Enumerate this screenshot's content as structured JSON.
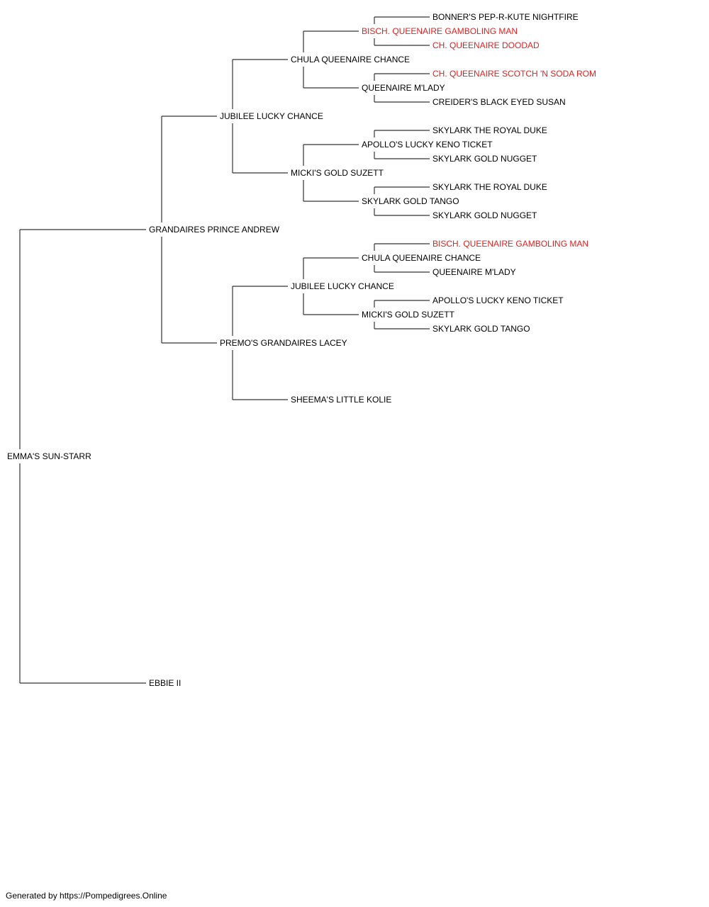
{
  "colors": {
    "line": "#333333",
    "text": "#000000",
    "highlight": "#e02020"
  },
  "pedigree": {
    "subject": {
      "name": "EMMA'S SUN-STARR"
    },
    "sire": {
      "name": "GRANDAIRES PRINCE ANDREW",
      "sire": {
        "name": "JUBILEE LUCKY CHANCE",
        "sire": {
          "name": "CHULA QUEENAIRE CHANCE",
          "sire": {
            "name": "BISCH. QUEENAIRE GAMBOLING MAN",
            "highlight": true,
            "sire": {
              "name": "BONNER'S PEP-R-KUTE NIGHTFIRE"
            },
            "dam": {
              "name": "CH. QUEENAIRE DOODAD",
              "highlight": true
            }
          },
          "dam": {
            "name": "QUEENAIRE M'LADY",
            "sire": {
              "name": "CH. QUEENAIRE SCOTCH 'N SODA ROM",
              "highlight": true
            },
            "dam": {
              "name": "CREIDER'S BLACK EYED SUSAN"
            }
          }
        },
        "dam": {
          "name": "MICKI'S GOLD SUZETT",
          "sire": {
            "name": "APOLLO'S LUCKY KENO TICKET",
            "sire": {
              "name": "SKYLARK THE ROYAL DUKE"
            },
            "dam": {
              "name": "SKYLARK GOLD NUGGET"
            }
          },
          "dam": {
            "name": "SKYLARK GOLD TANGO",
            "sire": {
              "name": "SKYLARK THE ROYAL DUKE"
            },
            "dam": {
              "name": "SKYLARK GOLD NUGGET"
            }
          }
        }
      },
      "dam": {
        "name": "PREMO'S GRANDAIRES LACEY",
        "sire": {
          "name": "JUBILEE LUCKY CHANCE",
          "sire": {
            "name": "CHULA QUEENAIRE CHANCE",
            "sire": {
              "name": "BISCH. QUEENAIRE GAMBOLING MAN",
              "highlight": true
            },
            "dam": {
              "name": "QUEENAIRE M'LADY"
            }
          },
          "dam": {
            "name": "MICKI'S GOLD SUZETT",
            "sire": {
              "name": "APOLLO'S LUCKY KENO TICKET"
            },
            "dam": {
              "name": "SKYLARK GOLD TANGO"
            }
          }
        },
        "dam": {
          "name": "SHEEMA'S LITTLE KOLIE"
        }
      }
    },
    "dam": {
      "name": "EBBIE II"
    }
  },
  "footer": "Generated by https://Pompedigrees.Online"
}
